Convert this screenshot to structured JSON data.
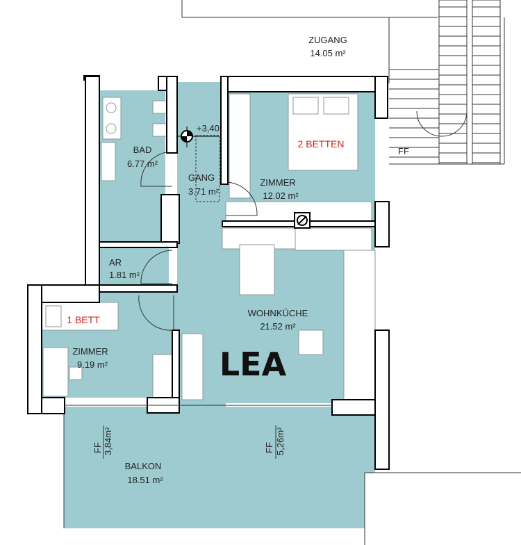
{
  "plan_title": "LEA",
  "rooms": {
    "zugang": {
      "name": "ZUGANG",
      "area": "14.05 m²"
    },
    "bad": {
      "name": "BAD",
      "area": "6.77 m²"
    },
    "gang": {
      "name": "GANG",
      "area": "3.71 m²"
    },
    "zimmer1": {
      "name": "ZIMMER",
      "area": "12.02 m²",
      "beds": "2 BETTEN"
    },
    "ar": {
      "name": "AR",
      "area": "1.81 m²"
    },
    "zimmer2": {
      "name": "ZIMMER",
      "area": "9.19 m²",
      "beds": "1 BETT"
    },
    "wohnkueche": {
      "name": "WOHNKÜCHE",
      "area": "21.52 m²"
    },
    "balkon": {
      "name": "BALKON",
      "area": "18.51 m²"
    }
  },
  "annotations": {
    "level": "+3,40",
    "ff_top": "FF",
    "ff_left": "FF",
    "ff_left_area": "3,84m²",
    "ff_right": "FF",
    "ff_right_area": "5,26m²"
  },
  "colors": {
    "room_fill": "#9ecbd0",
    "bed_label": "#d0201c"
  }
}
